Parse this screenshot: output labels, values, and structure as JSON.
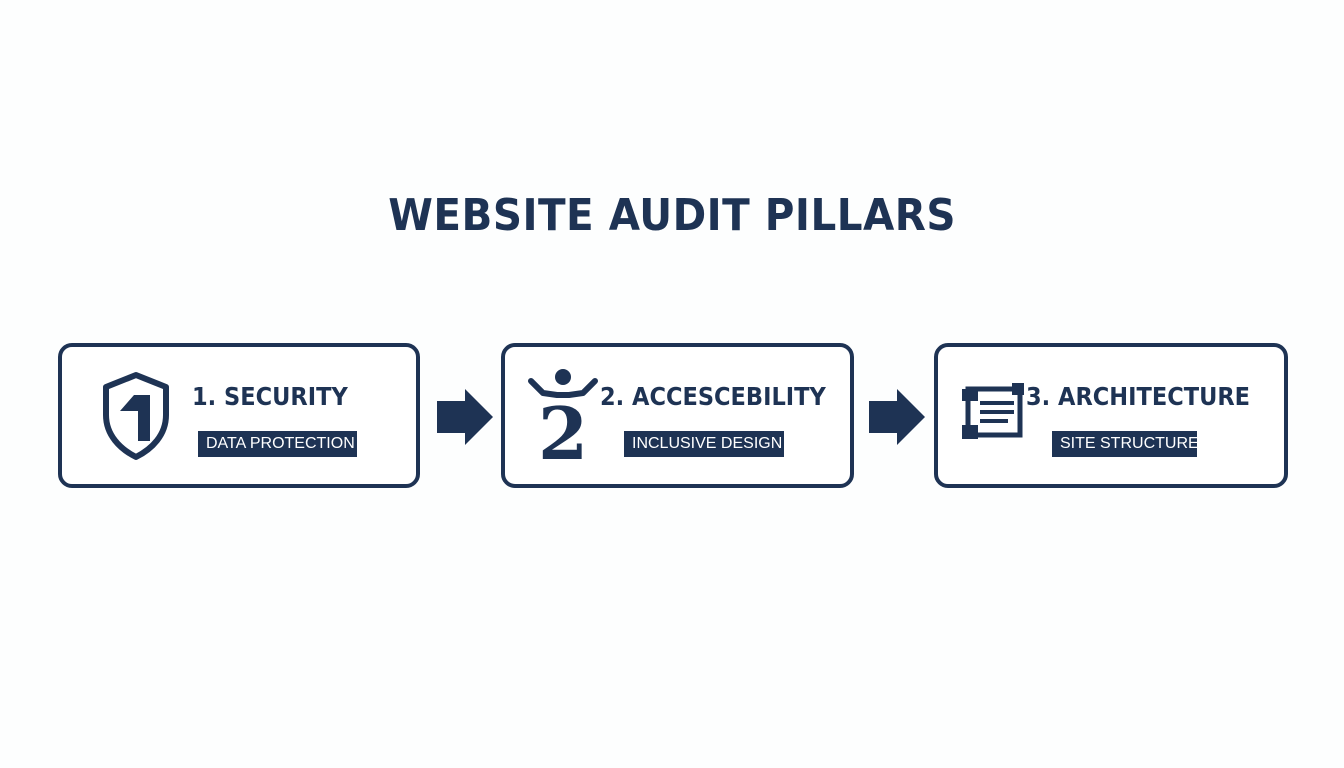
{
  "diagram": {
    "title": "WEBSITE AUDIT PILLARS",
    "pillars": [
      {
        "title": "1. SECURITY",
        "tag": "DATA PROTECTION",
        "icon": "shield-icon"
      },
      {
        "title": "2. ACCESCEBILITY",
        "tag": "INCLUSIVE DESIGN",
        "icon": "accessibility-person-icon"
      },
      {
        "title": "3. ARCHITECTURE",
        "tag": "SITE STRUCTURE",
        "icon": "scroll-document-icon"
      }
    ],
    "connectors": [
      "arrow-right-icon",
      "arrow-right-icon"
    ],
    "colors": {
      "primary": "#1e3354",
      "background": "#fdfefe",
      "tag_text": "#ffffff"
    }
  }
}
